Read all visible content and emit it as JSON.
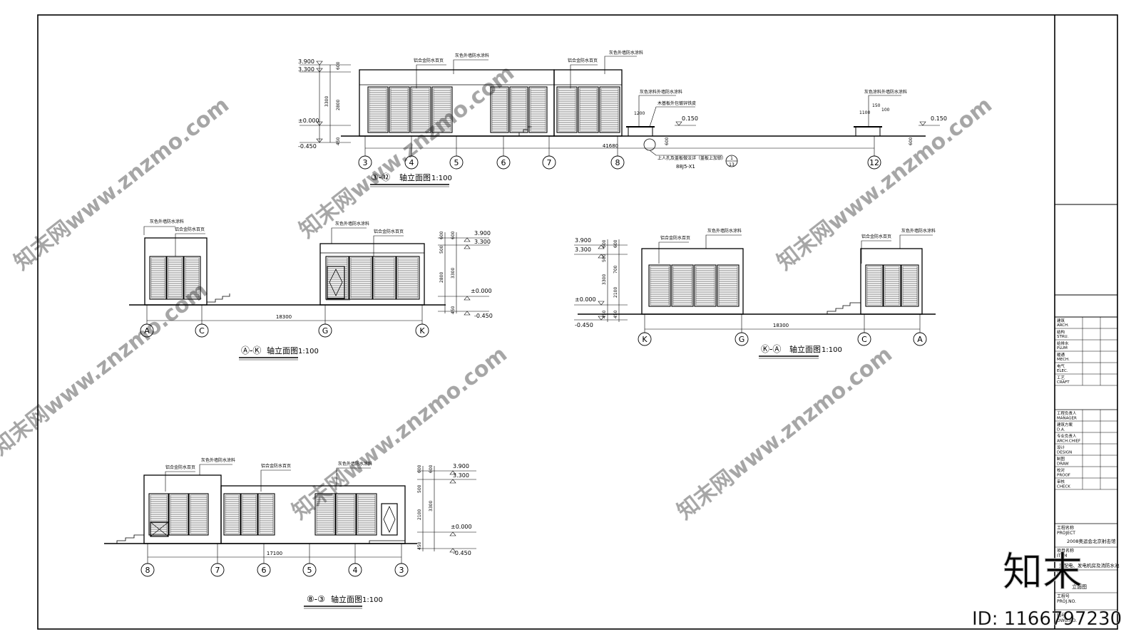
{
  "elevations": {
    "e1": {
      "title_axes": "③-⑫",
      "title_text": "轴立面图",
      "scale": "1:100",
      "label_paint": "灰色外墙防水涂料",
      "label_louver": "铝合金防水百页",
      "label_pavilion": "灰色涂料外墙防水涂料",
      "label_step": "木基板外包镀锌铁皮",
      "label_slab": "上人孔及盖板做法详（盖板上加锁）",
      "ref_code": "88J5-X1",
      "ref_num": "13",
      "ref_den": "1",
      "lvl_top": "3.900",
      "lvl_eave": "3.300",
      "lvl_zero": "±0.000",
      "lvl_neg": "-0.450",
      "lvl_pav1": "0.150",
      "lvl_pav2": "0.150",
      "dim_600": "600",
      "dim_3300": "3300",
      "dim_2800": "2800",
      "dim_450": "450",
      "dim_1200": "1200",
      "dim_1100": "1100",
      "dim_150": "150",
      "dim_100": "100",
      "dim_total": "41680",
      "axes": [
        "3",
        "4",
        "5",
        "6",
        "7",
        "8",
        "12"
      ]
    },
    "e2": {
      "title_axes": "Ⓐ-Ⓚ",
      "title_text": "轴立面图",
      "scale": "1:100",
      "label_paint": "灰色外墙防水涂料",
      "label_louver": "铝合金防水百页",
      "lvl_top": "3.900",
      "lvl_eave": "3.300",
      "lvl_zero": "±0.000",
      "lvl_neg": "-0.450",
      "dim_600": "600",
      "dim_500": "500",
      "dim_2800": "2800",
      "dim_3300": "3300",
      "dim_450": "450",
      "dim_total": "18300",
      "axes": [
        "A",
        "C",
        "G",
        "K"
      ]
    },
    "e3": {
      "title_axes": "Ⓚ-Ⓐ",
      "title_text": "轴立面图",
      "scale": "1:100",
      "label_paint": "灰色外墙防水涂料",
      "label_louver": "铝合金防水百页",
      "lvl_top": "3.900",
      "lvl_eave": "3.300",
      "lvl_zero": "±0.000",
      "lvl_neg": "-0.450",
      "dim_600": "600",
      "dim_500": "500",
      "dim_700": "700",
      "dim_3300": "3300",
      "dim_2100": "2100",
      "dim_450": "450",
      "dim_total": "18300",
      "axes": [
        "K",
        "G",
        "C",
        "A"
      ]
    },
    "e4": {
      "title_axes": "⑧-③",
      "title_text": "轴立面图",
      "scale": "1:100",
      "label_paint": "灰色外墙防水涂料",
      "label_louver": "铝合金防水百页",
      "lvl_top": "3.900",
      "lvl_eave": "3.300",
      "lvl_zero": "±0.000",
      "lvl_neg": "-0.450",
      "dim_600": "600",
      "dim_500": "500",
      "dim_3300": "3300",
      "dim_2100": "2100",
      "dim_450": "450",
      "dim_total": "17100",
      "axes": [
        "8",
        "7",
        "6",
        "5",
        "4",
        "3"
      ]
    }
  },
  "title_block": {
    "disciplines": [
      {
        "cn": "建筑",
        "en": "ARCH."
      },
      {
        "cn": "结构",
        "en": "STRU."
      },
      {
        "cn": "给排水",
        "en": "PLUM"
      },
      {
        "cn": "暖通",
        "en": "MECH."
      },
      {
        "cn": "电气",
        "en": "ELEC."
      },
      {
        "cn": "工艺",
        "en": "CRAFT"
      }
    ],
    "roles": [
      {
        "cn": "工程负责人",
        "en": "MANAGER"
      },
      {
        "cn": "建筑方案",
        "en": "D.A."
      },
      {
        "cn": "专业负责人",
        "en": "ARCH.CHIEF"
      },
      {
        "cn": "设计",
        "en": "DESIGN"
      },
      {
        "cn": "制图",
        "en": "DRAW"
      },
      {
        "cn": "校对",
        "en": "PROOF"
      },
      {
        "cn": "审核",
        "en": "CHECK"
      }
    ],
    "project_cn": "工程名称",
    "project_en": "PROJECT",
    "project_name": "2008奥运会北京射击馆",
    "item_cn": "项目名称",
    "item_en": "ITEM",
    "item_name": "变配电、发电机房及消防水池",
    "drawing_cn": "图名",
    "drawing_name": "立面图",
    "projno_cn": "工程号",
    "projno_en": "PROJ.NO.",
    "dwgno_cn": "图号",
    "dwgno_en": "DWG.NO."
  },
  "watermark": {
    "site": "知末网www.znzmo.com",
    "brand_cn": "知末",
    "id": "ID: 1166797230"
  }
}
